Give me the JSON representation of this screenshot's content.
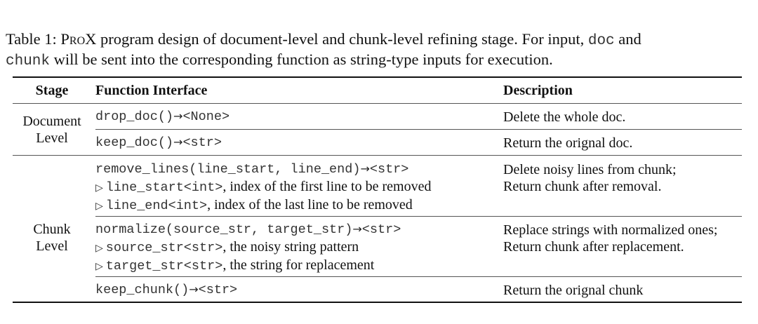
{
  "caption": {
    "lead": "Table 1: ",
    "name": "ProX",
    "part1": " program design of document-level and chunk-level refining stage. For input, ",
    "code1": "doc",
    "part2": " and",
    "code2": "chunk",
    "part3": " will be sent into the corresponding function as string-type inputs for execution."
  },
  "headers": {
    "stage": "Stage",
    "func": "Function Interface",
    "desc": "Description"
  },
  "doc_group": {
    "stage_line1": "Document",
    "stage_line2": "Level"
  },
  "chunk_group": {
    "stage_line1": "Chunk",
    "stage_line2": "Level"
  },
  "rows": [
    {
      "sig": "drop_doc()",
      "ret": "<None>",
      "desc": "Delete the whole doc."
    },
    {
      "sig": "keep_doc()",
      "ret": "<str>",
      "desc": "Return the orignal doc."
    },
    {
      "sig": "remove_lines(line_start, line_end)",
      "ret": "<str>",
      "params": [
        {
          "name": "line_start<int>",
          "text": ", index of the first line to be removed"
        },
        {
          "name": "line_end<int>",
          "text": ", index of the last line to be removed"
        }
      ],
      "desc1": "Delete noisy lines from chunk;",
      "desc2": "Return chunk after removal."
    },
    {
      "sig": "normalize(source_str, target_str)",
      "ret": "<str>",
      "params": [
        {
          "name": "source_str<str>",
          "text": ", the noisy string pattern"
        },
        {
          "name": "target_str<str>",
          "text": ", the string for replacement"
        }
      ],
      "desc1": "Replace strings with normalized ones;",
      "desc2": "Return chunk after replacement."
    },
    {
      "sig": "keep_chunk()",
      "ret": "<str>",
      "desc": "Return the orignal",
      "desc_code": "chunk"
    }
  ],
  "symbols": {
    "arrow": "→",
    "bullet": "▷"
  }
}
